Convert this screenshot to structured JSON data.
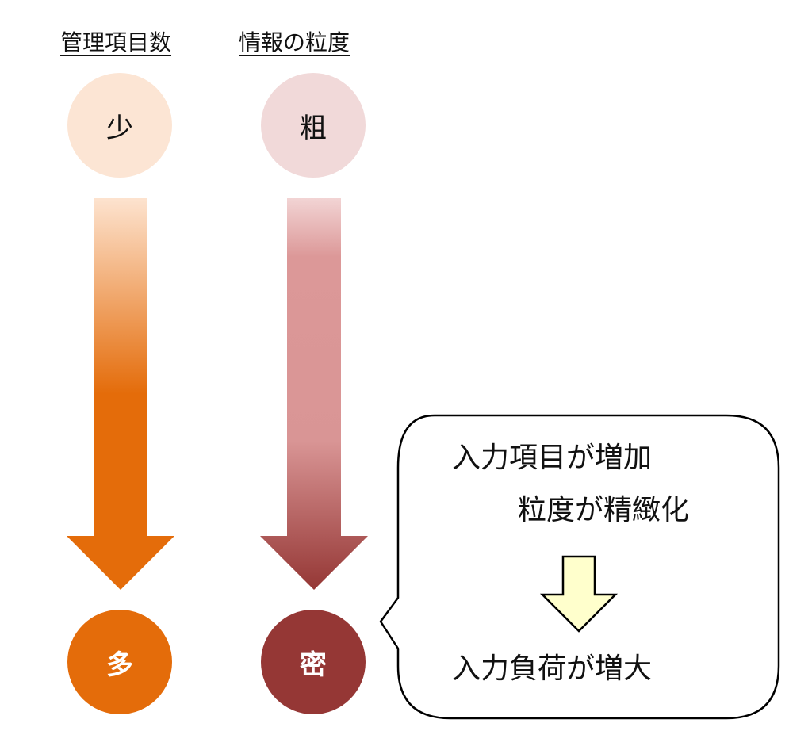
{
  "columns": {
    "count": {
      "title": "管理項目数",
      "top_label": "少",
      "bottom_label": "多",
      "colors": {
        "top_circle": "#fce5d4",
        "bottom_circle": "#e46c0a",
        "gradient_start": "#fde3cf",
        "gradient_mid": "#e46c0a",
        "gradient_end": "#e46c0a"
      }
    },
    "granularity": {
      "title": "情報の粒度",
      "top_label": "粗",
      "bottom_label": "密",
      "colors": {
        "top_circle": "#f1d9d9",
        "bottom_circle": "#953735",
        "gradient_start": "#f2d4d4",
        "gradient_mid": "#d99595",
        "gradient_end": "#953735"
      }
    }
  },
  "callout": {
    "line1": "入力項目が増加",
    "line2": "粒度が精緻化",
    "line3": "入力負荷が増大",
    "small_arrow_color": "#ffffcc"
  }
}
